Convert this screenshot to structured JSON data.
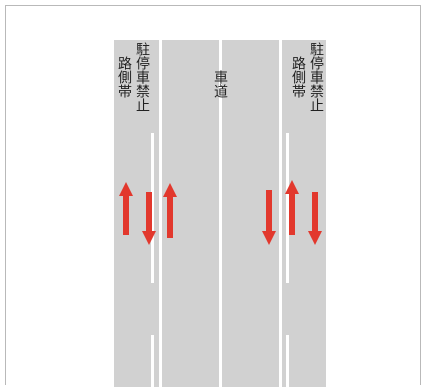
{
  "labels": {
    "left_shoulder_col1": "路側帯",
    "left_shoulder_col2": "駐停車禁止",
    "road": "車道",
    "right_shoulder_col1": "路側帯",
    "right_shoulder_col2": "駐停車禁止"
  },
  "colors": {
    "road": "#d1d1d1",
    "lane_marking": "#ffffff",
    "arrow": "#e2382d",
    "border": "#b9b9b9"
  },
  "arrows": [
    {
      "name": "left-shoulder-up-arrow",
      "direction": "up"
    },
    {
      "name": "left-shoulder-down-arrow",
      "direction": "down"
    },
    {
      "name": "left-lane-up-arrow",
      "direction": "up"
    },
    {
      "name": "right-lane-down-arrow",
      "direction": "down"
    },
    {
      "name": "right-shoulder-up-arrow",
      "direction": "up"
    },
    {
      "name": "right-shoulder-down-arrow",
      "direction": "down"
    }
  ]
}
